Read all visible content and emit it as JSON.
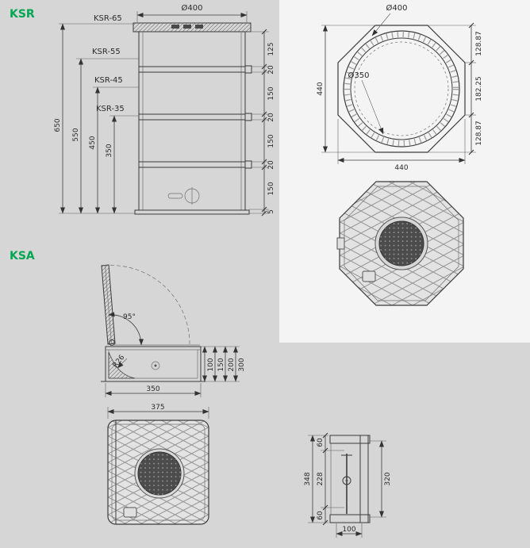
{
  "colors": {
    "accent_green": "#00A651",
    "background": "#D6D6D6",
    "panel_white": "#F4F4F4",
    "line_dark": "#3A3A3A"
  },
  "sections": {
    "ksr": {
      "label": "KSR"
    },
    "ksa": {
      "label": "KSA"
    }
  },
  "ksr_front": {
    "top_dia": "Ø400",
    "variants": [
      "KSR-65",
      "KSR-55",
      "KSR-45",
      "KSR-35"
    ],
    "height_dims": [
      "650",
      "550",
      "450",
      "350"
    ],
    "right_dims": [
      "125",
      "20",
      "150",
      "20",
      "150",
      "20",
      "150",
      "5"
    ]
  },
  "ksr_top_view": {
    "outer_dia": "Ø400",
    "inner_dia": "Ø350",
    "width_dim": "440",
    "bottom_dim": "440",
    "right_dims": [
      "128.87",
      "182.25",
      "128.87"
    ]
  },
  "ksa_side_view": {
    "opening_angle": "95°",
    "corner_radius": "R26",
    "depth_dims": [
      "100",
      "150",
      "200",
      "300"
    ],
    "width_dim": "350"
  },
  "ksa_top_view": {
    "width_dim": "375"
  },
  "ksa_section_view": {
    "top_dim": "60",
    "overall_dim": "348",
    "inner_dim": "228",
    "bottom_dim": "60",
    "depth_dim": "320",
    "width_dim": "100"
  }
}
